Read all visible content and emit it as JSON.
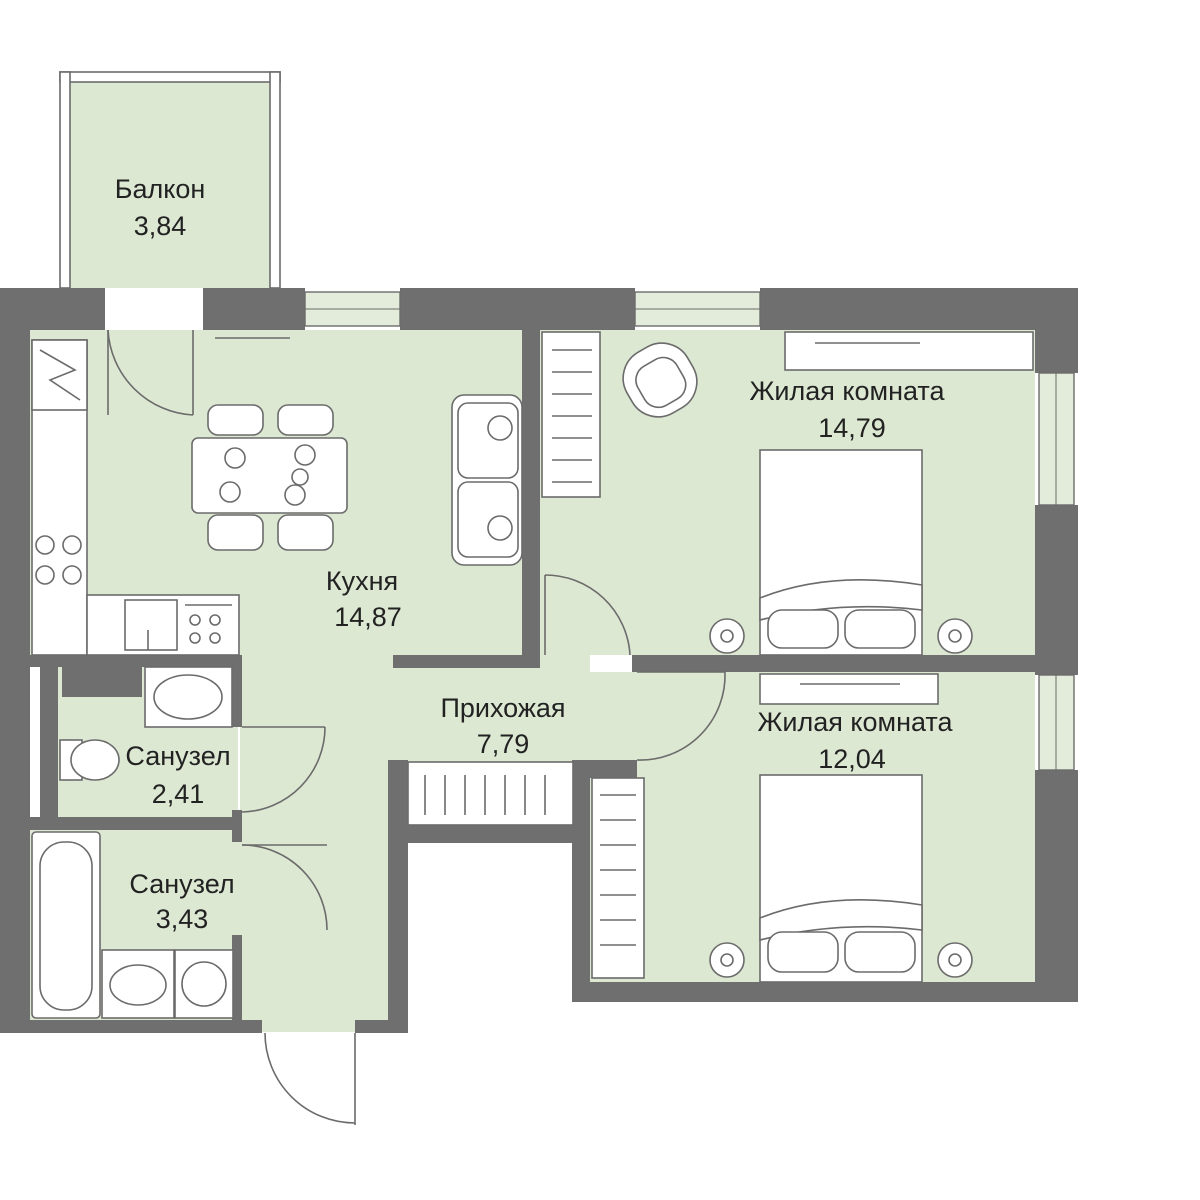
{
  "rooms": {
    "balcony": {
      "name": "Балкон",
      "area": "3,84"
    },
    "kitchen": {
      "name": "Кухня",
      "area": "14,87"
    },
    "hall": {
      "name": "Прихожая",
      "area": "7,79"
    },
    "bedroom1": {
      "name": "Жилая комната",
      "area": "14,79"
    },
    "bedroom2": {
      "name": "Жилая комната",
      "area": "12,04"
    },
    "bath1": {
      "name": "Санузел",
      "area": "2,41"
    },
    "bath2": {
      "name": "Санузел",
      "area": "3,43"
    }
  },
  "colors": {
    "room_fill": "#dde8d3",
    "wall": "#6f6f6f",
    "line": "#6b6b6b",
    "text": "#222222"
  }
}
